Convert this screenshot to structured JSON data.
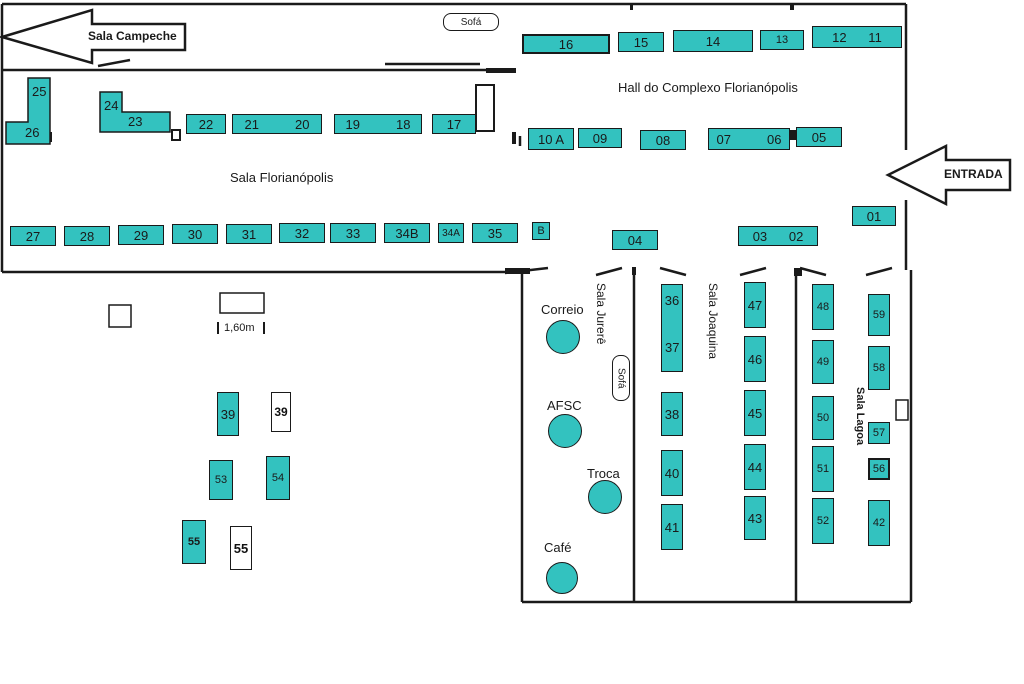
{
  "labels": {
    "sala_campeche": "Sala Campeche",
    "entrada": "ENTRADA",
    "hall": "Hall do Complexo Florianópolis",
    "sala_florianopolis": "Sala Florianópolis",
    "sala_jurere": "Sala Jurerê",
    "sala_joaquina": "Sala Joaquina",
    "sala_lagoa": "Sala Lagoa",
    "sofa": "Sofá",
    "sofa2": "Sofá",
    "dimension": "1,60m",
    "correio": "Correio",
    "afsc": "AFSC",
    "troca": "Troca",
    "cafe": "Café"
  },
  "tables": {
    "t16": "16",
    "t15": "15",
    "t14": "14",
    "t13": "13",
    "t12_11": "12      11",
    "t25": "25",
    "t26": "26",
    "t24": "24",
    "t23": "23",
    "t22": "22",
    "t21_20": "21          20",
    "t19_18": "19          18",
    "t17": "17",
    "t10a": "10 A",
    "t09": "09",
    "t08": "08",
    "t07_06": "07          06",
    "t05": "05",
    "t01": "01",
    "t27": "27",
    "t28": "28",
    "t29": "29",
    "t30": "30",
    "t31": "31",
    "t32": "32",
    "t33": "33",
    "t34b": "34B",
    "t34a": "34A",
    "t35": "35",
    "tb": "B",
    "t04": "04",
    "t03_02": "03      02",
    "t36": "36",
    "t37": "37",
    "t38": "38",
    "t40": "40",
    "t41": "41",
    "t47": "47",
    "t46": "46",
    "t45": "45",
    "t44": "44",
    "t43": "43",
    "t48": "48",
    "t49": "49",
    "t50": "50",
    "t51": "51",
    "t52": "52",
    "t59": "59",
    "t58": "58",
    "t57": "57",
    "t56": "56",
    "t42": "42",
    "t39": "39",
    "t39b": "39",
    "t53": "53",
    "t54": "54",
    "t55": "55",
    "t55b": "55"
  },
  "colors": {
    "table_fill": "#33c2bf",
    "wall": "#1a1a1a"
  }
}
